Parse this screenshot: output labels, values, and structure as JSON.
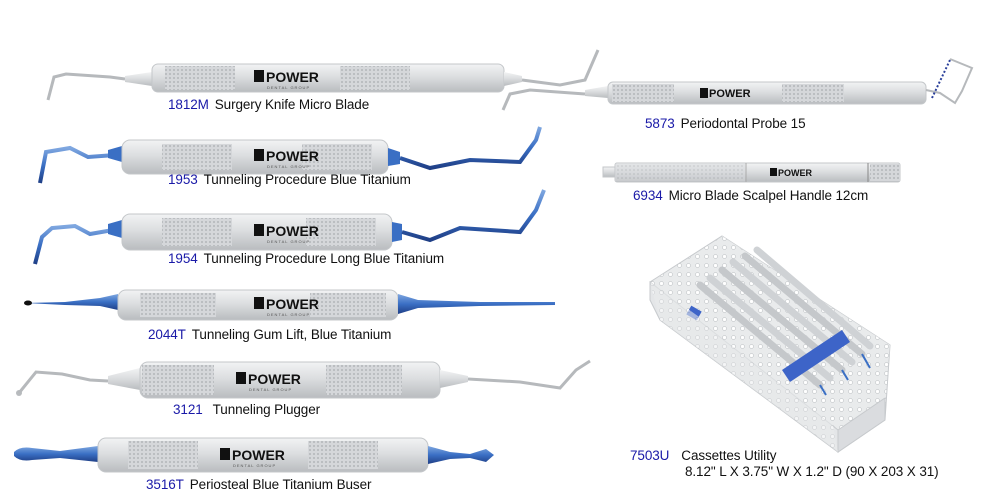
{
  "brand": {
    "logo_text": "POWER",
    "logo_subtext": "DENTAL GROUP",
    "code_color": "#1a1aa8",
    "titanium_blue": "#3a6fc4",
    "steel": "#d8dadc"
  },
  "products": [
    {
      "code": "1812M",
      "name": "Surgery Knife Micro Blade",
      "finish": "steel"
    },
    {
      "code": "1953",
      "name": "Tunneling Procedure  Blue Titanium",
      "finish": "blue-titanium"
    },
    {
      "code": "1954",
      "name": "Tunneling Procedure  Long Blue Titanium",
      "finish": "blue-titanium"
    },
    {
      "code": "2044T",
      "name": "Tunneling Gum Lift, Blue Titanium",
      "finish": "blue-titanium"
    },
    {
      "code": "3121",
      "name": "Tunneling Plugger",
      "finish": "steel"
    },
    {
      "code": "3516T",
      "name": "Periosteal  Blue Titanium Buser",
      "finish": "blue-titanium"
    },
    {
      "code": "5873",
      "name": "Periodontal Probe 15",
      "finish": "steel"
    },
    {
      "code": "6934",
      "name": "Micro Blade Scalpel Handle 12cm",
      "finish": "steel"
    },
    {
      "code": "7503U",
      "name": "Cassettes Utility",
      "dimensions": "8.12\" L X 3.75\" W X 1.2\" D (90 X 203 X 31)",
      "finish": "steel"
    }
  ]
}
